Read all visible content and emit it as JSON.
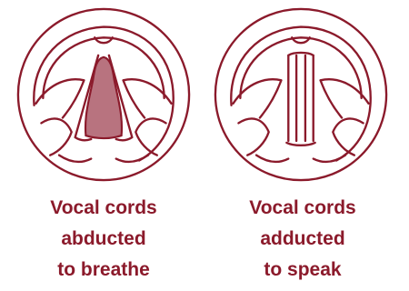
{
  "colors": {
    "line": "#8b1a2b",
    "glottis_fill": "#b8737f"
  },
  "panels": [
    {
      "state": "abducted",
      "caption": [
        "Vocal cords",
        "abducted",
        "to breathe"
      ]
    },
    {
      "state": "adducted",
      "caption": [
        "Vocal cords",
        "adducted",
        "to speak"
      ]
    }
  ]
}
